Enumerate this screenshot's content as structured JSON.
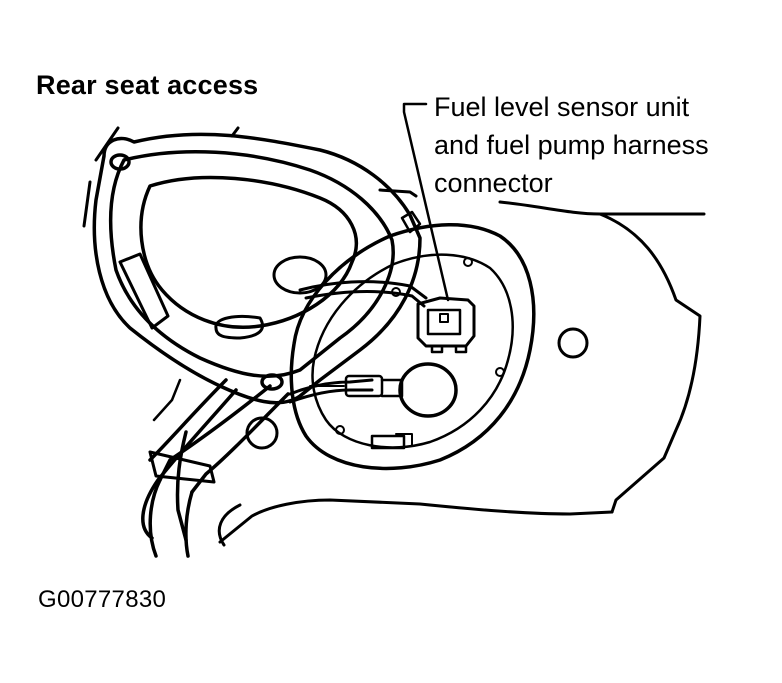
{
  "diagram": {
    "title": "Rear seat access",
    "callout": {
      "lines": [
        "Fuel level sensor unit",
        "and fuel pump harness",
        "connector"
      ]
    },
    "figure_id": "G00777830",
    "ink_color": "#000000",
    "paper_color": "#ffffff"
  }
}
